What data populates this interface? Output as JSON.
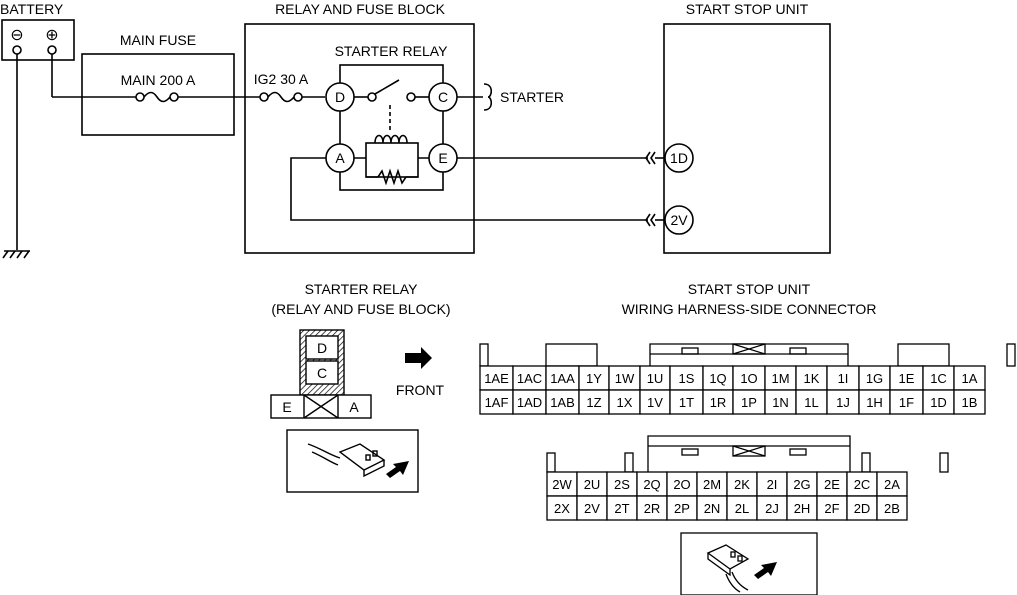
{
  "labels": {
    "battery": "BATTERY",
    "battery_neg": "⊖",
    "battery_pos": "⊕",
    "main_fuse": "MAIN FUSE",
    "main_200a": "MAIN 200 A",
    "relay_fuse_block": "RELAY AND FUSE BLOCK",
    "starter_relay": "STARTER RELAY",
    "ig2_30a": "IG2 30 A",
    "starter": "STARTER",
    "start_stop_unit": "START STOP UNIT",
    "relay_view_title_1": "STARTER RELAY",
    "relay_view_title_2": "(RELAY AND FUSE BLOCK)",
    "front": "FRONT",
    "unit_view_title_1": "START STOP UNIT",
    "unit_view_title_2": "WIRING HARNESS-SIDE CONNECTOR"
  },
  "relay_pins": {
    "d": "D",
    "c": "C",
    "a": "A",
    "e": "E"
  },
  "unit_pins": {
    "p1d": "1D",
    "p2v": "2V"
  },
  "relay_face": {
    "d": "D",
    "c": "C",
    "e": "E",
    "a": "A"
  },
  "connector1": {
    "row1": [
      "1AE",
      "1AC",
      "1AA",
      "1Y",
      "1W",
      "1U",
      "1S",
      "1Q",
      "1O",
      "1M",
      "1K",
      "1I",
      "1G",
      "1E",
      "1C",
      "1A"
    ],
    "row2": [
      "1AF",
      "1AD",
      "1AB",
      "1Z",
      "1X",
      "1V",
      "1T",
      "1R",
      "1P",
      "1N",
      "1L",
      "1J",
      "1H",
      "1F",
      "1D",
      "1B"
    ]
  },
  "connector2": {
    "row1": [
      "2W",
      "2U",
      "2S",
      "2Q",
      "2O",
      "2M",
      "2K",
      "2I",
      "2G",
      "2E",
      "2C",
      "2A"
    ],
    "row2": [
      "2X",
      "2V",
      "2T",
      "2R",
      "2P",
      "2N",
      "2L",
      "2J",
      "2H",
      "2F",
      "2D",
      "2B"
    ]
  }
}
